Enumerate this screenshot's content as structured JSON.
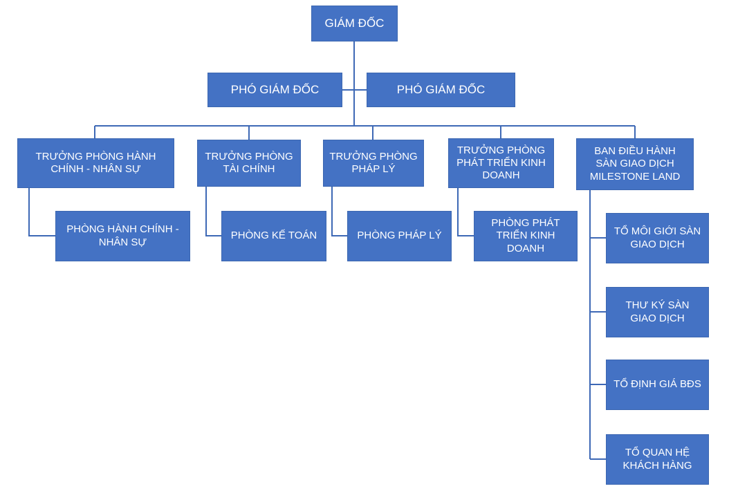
{
  "diagram": {
    "type": "org-chart",
    "colors": {
      "node_fill": "#4472C4",
      "node_border": "#3B66B0",
      "connector": "#3D68B5",
      "node_text": "#FFFFFF",
      "background": "#FFFFFF"
    },
    "nodes": {
      "giam_doc": {
        "label": "GIÁM ĐỐC"
      },
      "pho_giam_doc_left": {
        "label": "PHÓ GIÁM ĐỐC"
      },
      "pho_giam_doc_right": {
        "label": "PHÓ GIÁM ĐỐC"
      },
      "truong_phong_hanh_chinh": {
        "label": "TRƯỞNG PHÒNG HÀNH CHÍNH - NHÂN SỰ"
      },
      "truong_phong_tai_chinh": {
        "label": "TRƯỞNG PHÒNG TÀI CHÍNH"
      },
      "truong_phong_phap_ly": {
        "label": "TRƯỞNG PHÒNG PHÁP LÝ"
      },
      "truong_phong_ptkd": {
        "label": "TRƯỞNG PHÒNG PHÁT TRIỂN KINH DOANH"
      },
      "ban_dieu_hanh": {
        "label": "BAN ĐIỀU HÀNH SÀN GIAO DỊCH MILESTONE LAND"
      },
      "phong_hanh_chinh": {
        "label": "PHÒNG HÀNH CHÍNH - NHÂN SỰ"
      },
      "phong_ke_toan": {
        "label": "PHÒNG KẾ TOÁN"
      },
      "phong_phap_ly": {
        "label": "PHÒNG PHÁP LÝ"
      },
      "phong_ptkd": {
        "label": "PHÒNG PHÁT TRIỂN KINH DOANH"
      },
      "to_moi_gioi": {
        "label": "TỔ MÔI GIỚI SÀN GIAO DỊCH"
      },
      "thu_ky_san": {
        "label": "THƯ KÝ SÀN GIAO DỊCH"
      },
      "to_dinh_gia": {
        "label": "TỔ ĐỊNH GIÁ BĐS"
      },
      "to_quan_he": {
        "label": "TỔ QUAN HỆ KHÁCH HÀNG"
      }
    },
    "hierarchy": {
      "root": "GIÁM ĐỐC",
      "deputies": [
        "PHÓ GIÁM ĐỐC",
        "PHÓ GIÁM ĐỐC"
      ],
      "departments": [
        {
          "head": "TRƯỞNG PHÒNG HÀNH CHÍNH - NHÂN SỰ",
          "children": [
            "PHÒNG HÀNH CHÍNH - NHÂN SỰ"
          ]
        },
        {
          "head": "TRƯỞNG PHÒNG TÀI CHÍNH",
          "children": [
            "PHÒNG KẾ TOÁN"
          ]
        },
        {
          "head": "TRƯỞNG PHÒNG PHÁP LÝ",
          "children": [
            "PHÒNG PHÁP LÝ"
          ]
        },
        {
          "head": "TRƯỞNG PHÒNG PHÁT TRIỂN KINH DOANH",
          "children": [
            "PHÒNG PHÁT TRIỂN KINH DOANH"
          ]
        },
        {
          "head": "BAN ĐIỀU HÀNH SÀN GIAO DỊCH MILESTONE LAND",
          "children": [
            "TỔ MÔI GIỚI SÀN GIAO DỊCH",
            "THƯ KÝ SÀN GIAO DỊCH",
            "TỔ ĐỊNH GIÁ BĐS",
            "TỔ QUAN HỆ KHÁCH HÀNG"
          ]
        }
      ]
    }
  }
}
